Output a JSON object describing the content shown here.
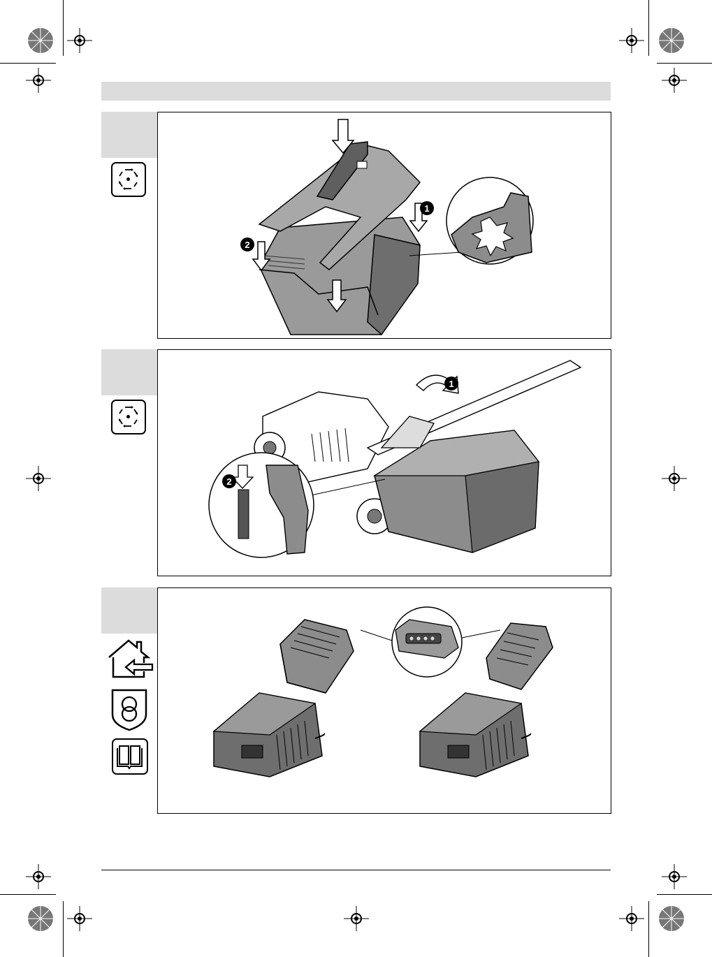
{
  "page": {
    "header_bar": "",
    "step_numbers": [
      "",
      "",
      ""
    ]
  },
  "figures": [
    {
      "callouts": [
        "1",
        "2"
      ]
    },
    {
      "callouts": [
        "1",
        "2"
      ]
    },
    {
      "callouts": []
    }
  ],
  "side_icons": {
    "panel1": [
      "rotating-blade-stop-icon"
    ],
    "panel2": [
      "rotating-blade-stop-icon"
    ],
    "panel3": [
      "indoor-use-icon",
      "safety-transformer-icon",
      "read-manual-icon"
    ]
  },
  "colors": {
    "tab_gray": "#dcdcdc",
    "device_gray": "#8c8c8c",
    "device_dark": "#5a5a5a",
    "outline": "#000000"
  }
}
